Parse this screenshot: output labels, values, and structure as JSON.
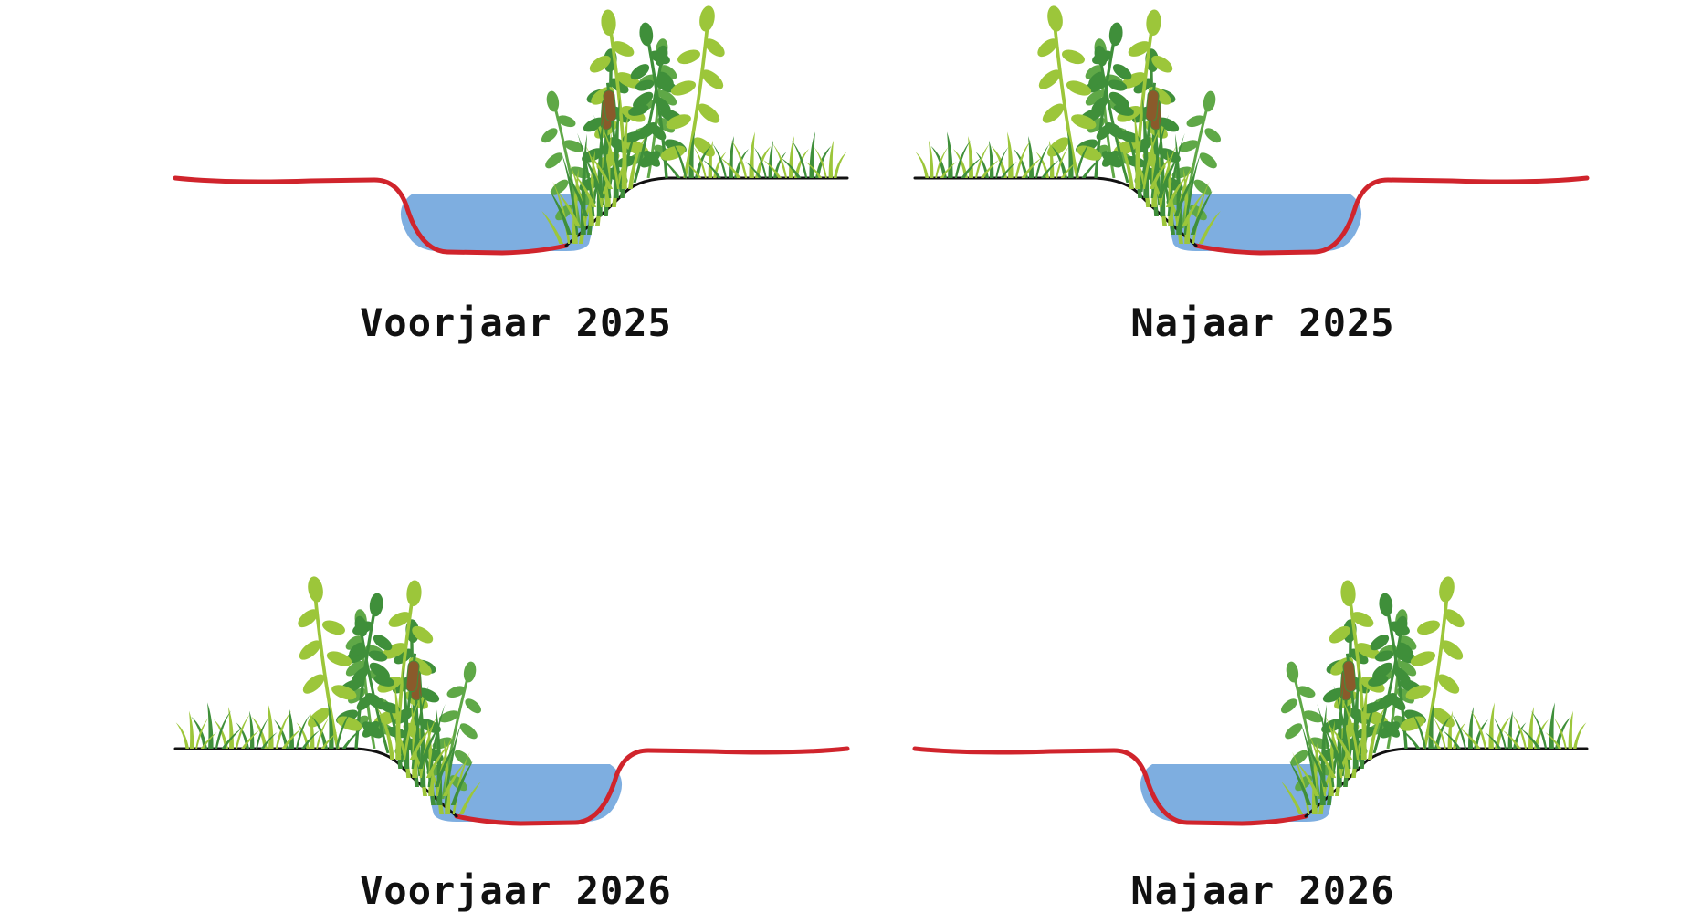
{
  "panels": [
    {
      "label": "Voorjaar 2025",
      "mowed_side": "left",
      "vegetation_side": "right"
    },
    {
      "label": "Najaar 2025",
      "mowed_side": "right",
      "vegetation_side": "left"
    },
    {
      "label": "Voorjaar 2026",
      "mowed_side": "right",
      "vegetation_side": "left"
    },
    {
      "label": "Najaar 2026",
      "mowed_side": "left",
      "vegetation_side": "right"
    }
  ],
  "colors": {
    "water": "#7eaee0",
    "mowed_bank": "#d0242c",
    "ground_line": "#111111",
    "grass_light": "#9cc63a",
    "grass_dark": "#3f8f3a",
    "shrub": "#5fa847",
    "cattail": "#8a5a2b"
  }
}
